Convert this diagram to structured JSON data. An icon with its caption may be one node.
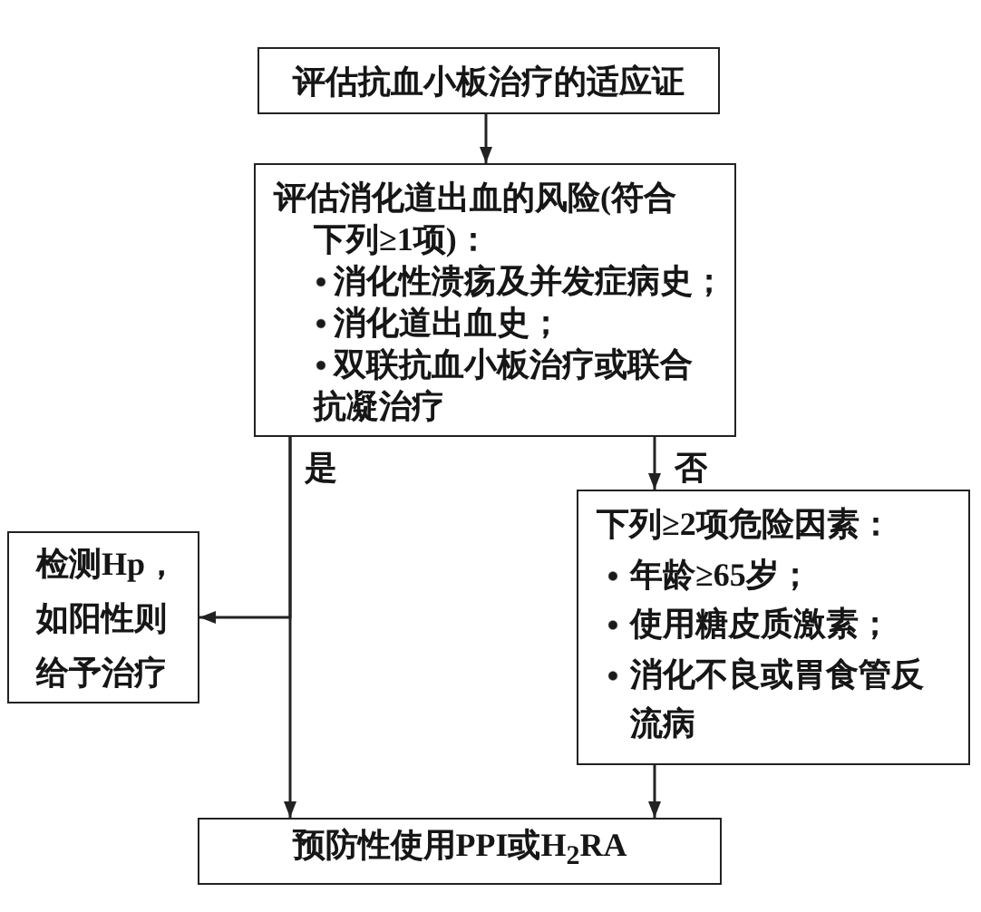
{
  "diagram": {
    "nodes": [
      {
        "text": [
          "评估抗血小板治疗的适应证"
        ]
      },
      {
        "text": [
          "评估消化道出血的风险(符合下列≥1项)：",
          "消化性溃疡及并发症病史；",
          "消化道出血史；",
          "双联抗血小板治疗或联合抗凝治疗"
        ]
      },
      {
        "text": [
          "检测Hp，如阳性则给予治疗"
        ]
      },
      {
        "text": [
          "下列≥2项危险因素：",
          "年龄≥65岁；",
          "使用糖皮质激素；",
          "消化不良或胃食管反流病"
        ]
      },
      {
        "text": [
          "预防性使用PPI或H$_{2}$RA"
        ]
      }
    ],
    "edges": [
      {
        "from": 0,
        "to": 1,
        "arrow": "to"
      },
      {
        "from": 1,
        "to": 2,
        "arrow": "to"
      },
      {
        "from": 1,
        "to": 4,
        "arrow": "to",
        "label": "是"
      },
      {
        "from": 1,
        "to": 3,
        "arrow": "to",
        "label": "否"
      },
      {
        "from": 3,
        "to": 4,
        "arrow": "to"
      }
    ]
  }
}
